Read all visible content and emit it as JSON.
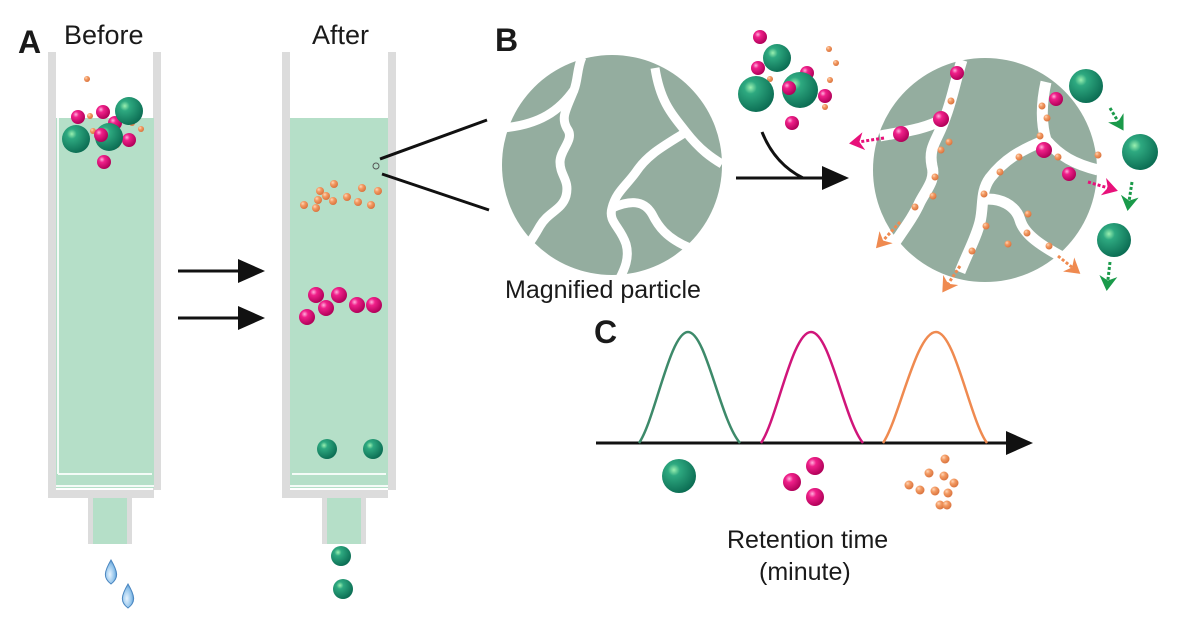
{
  "panels": {
    "a": {
      "label": "A",
      "before_title": "Before",
      "after_title": "After"
    },
    "b": {
      "label": "B",
      "caption": "Magnified particle"
    },
    "c": {
      "label": "C",
      "xlabel_line1": "Retention time",
      "xlabel_line2": "(minute)"
    }
  },
  "colors": {
    "column_wall": "#dcdcdc",
    "stationary_phase": "#b5dfc8",
    "particle_gray": "#94ad9f",
    "large_molecule": "#168a6a",
    "medium_molecule": "#e8107a",
    "small_molecule": "#f2955e",
    "arrow": "#111111",
    "water_drop": "#8fc2ea"
  },
  "legend": [
    {
      "name": "large-molecule",
      "size": "large",
      "color": "#168a6a"
    },
    {
      "name": "medium-molecule",
      "size": "medium",
      "color": "#e8107a"
    },
    {
      "name": "small-molecule",
      "size": "small",
      "color": "#f2955e"
    }
  ],
  "chart_data": {
    "type": "line",
    "title": "C",
    "xlabel": "Retention time (minute)",
    "ylabel": "",
    "grid": false,
    "series": [
      {
        "name": "Large molecules",
        "color": "#3d8a6a",
        "peak_x": 688,
        "peak_order": 1
      },
      {
        "name": "Medium molecules",
        "color": "#d0157a",
        "peak_x": 811,
        "peak_order": 2
      },
      {
        "name": "Small molecules",
        "color": "#ef8a50",
        "peak_x": 936,
        "peak_order": 3
      }
    ],
    "notes": "Schematic chromatogram: three equal-height Gaussian peaks; large molecules elute first, small molecules last."
  }
}
